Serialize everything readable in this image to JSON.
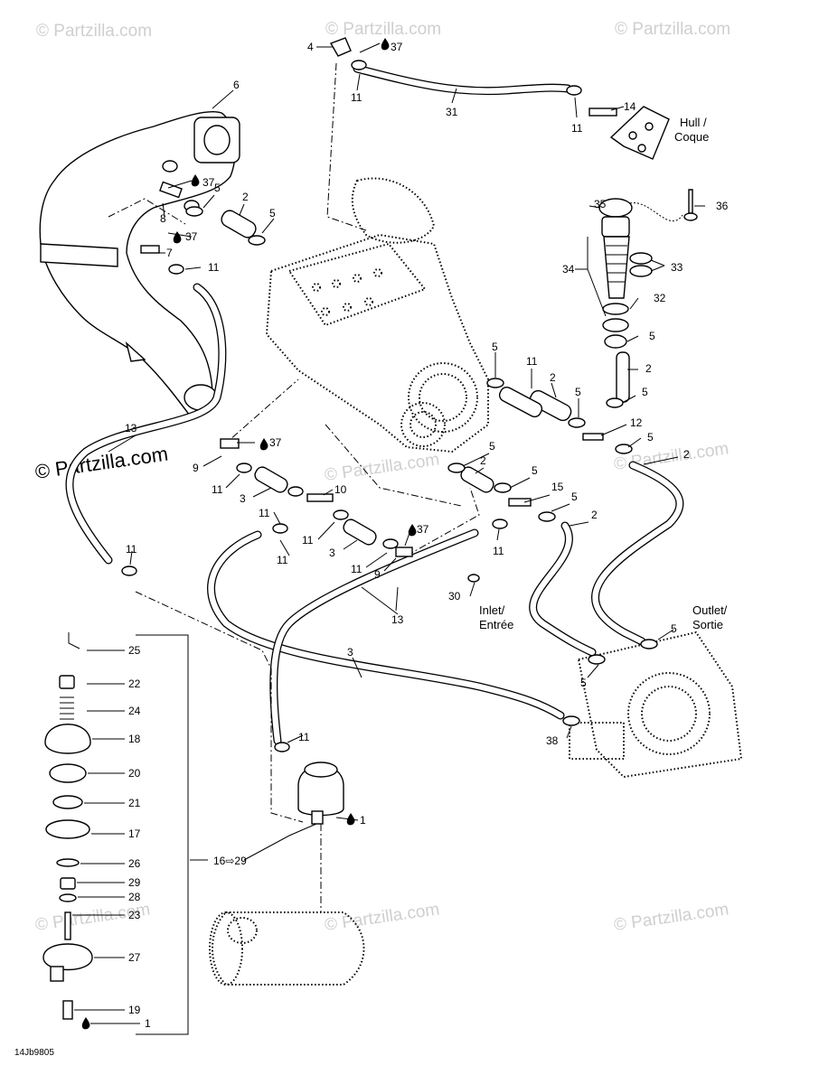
{
  "watermark": {
    "site": "© Partzilla.com",
    "prominent": "© Partzilla.com"
  },
  "labels": {
    "hull": "Hull /",
    "hull_fr": "Coque",
    "inlet": "Inlet/",
    "inlet_fr": "Entrée",
    "outlet": "Outlet/",
    "outlet_fr": "Sortie",
    "kit_range": "16⇨29",
    "diagram_ref": "14Jb9805"
  },
  "callouts": {
    "c1a": "1",
    "c1b": "1",
    "c2a": "2",
    "c2b": "2",
    "c2c": "2",
    "c2d": "2",
    "c2e": "2",
    "c2f": "2",
    "c3a": "3",
    "c3b": "3",
    "c3c": "3",
    "c4": "4",
    "c5a": "5",
    "c5b": "5",
    "c5c": "5",
    "c5d": "5",
    "c5e": "5",
    "c5f": "5",
    "c5g": "5",
    "c5h": "5",
    "c5i": "5",
    "c5j": "5",
    "c5k": "5",
    "c5l": "5",
    "c6": "6",
    "c7": "7",
    "c8": "8",
    "c9a": "9",
    "c9b": "9",
    "c10": "10",
    "c11a": "11",
    "c11b": "11",
    "c11c": "11",
    "c11d": "11",
    "c11e": "11",
    "c11f": "11",
    "c11g": "11",
    "c11h": "11",
    "c11i": "11",
    "c11j": "11",
    "c11k": "11",
    "c11l": "11",
    "c12": "12",
    "c13a": "13",
    "c13b": "13",
    "c14": "14",
    "c15": "15",
    "c17": "17",
    "c18": "18",
    "c19": "19",
    "c20": "20",
    "c21": "21",
    "c22": "22",
    "c23": "23",
    "c24": "24",
    "c25": "25",
    "c26": "26",
    "c27": "27",
    "c28": "28",
    "c29": "29",
    "c30": "30",
    "c31": "31",
    "c32": "32",
    "c33": "33",
    "c34": "34",
    "c35": "35",
    "c36": "36",
    "c37a": "37",
    "c37b": "37",
    "c37c": "37",
    "c37d": "37",
    "c37e": "37",
    "c38": "38"
  },
  "icons": {
    "sealant": "sealant-drop-icon"
  },
  "colors": {
    "line": "#000000",
    "watermark": "#cfcfcf",
    "background": "#ffffff"
  }
}
